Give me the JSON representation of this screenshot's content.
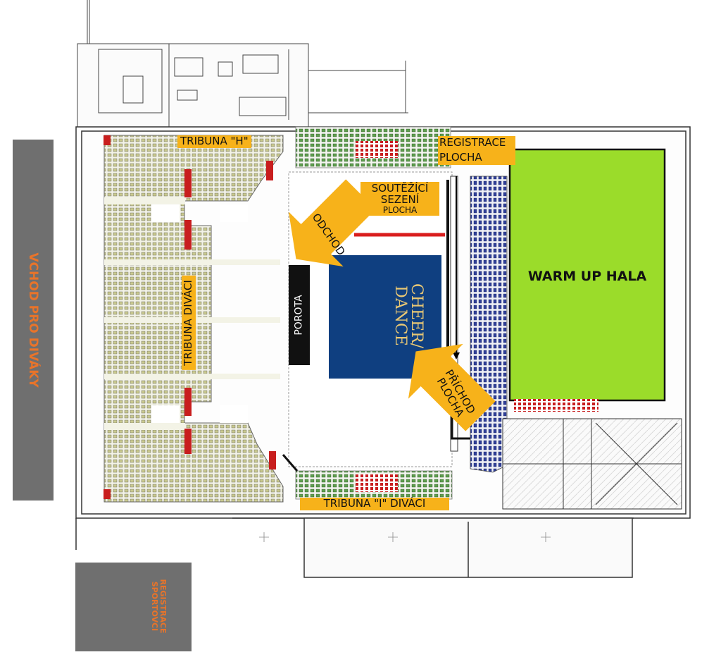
{
  "entrance": {
    "label": "VCHOD PRO DIVÁKY"
  },
  "athlete_registration": {
    "label": "REGISTRACE SPORTOVCI"
  },
  "tribune_h": {
    "label": "TRIBUNA \"H\""
  },
  "tribune_divaci": {
    "label": "TRIBUNA DIVÁCI"
  },
  "tribune_i": {
    "label": "TRIBUNA \"I\" DIVÁCI"
  },
  "registration_floor": {
    "line1": "REGISTRACE",
    "line2": "PLOCHA"
  },
  "competitors_seating": {
    "line1": "SOUTĚŽÍCÍ",
    "line2": "SEZENÍ",
    "line3": "PLOCHA"
  },
  "exit": {
    "label": "ODCHOD"
  },
  "jury": {
    "label": "POROTA"
  },
  "floor": {
    "line1": "CHEER/",
    "line2": "DANCE"
  },
  "arrival": {
    "line1": "PŘÍCHOD",
    "line2": "PLOCHA"
  },
  "warmup": {
    "label": "WARM UP HALA"
  },
  "colors": {
    "gray_block": "#6f6f6f",
    "orange_label": "#f7b21a",
    "side_text": "#e8742a",
    "warmup_green": "#9bdc2a",
    "floor_blue": "#0f3f80",
    "floor_text": "#e8c774",
    "seat_khaki": "#c9c98e",
    "seat_green": "#5d9f4d",
    "seat_blue": "#2f3f9a",
    "seat_red": "#c81e1e"
  }
}
